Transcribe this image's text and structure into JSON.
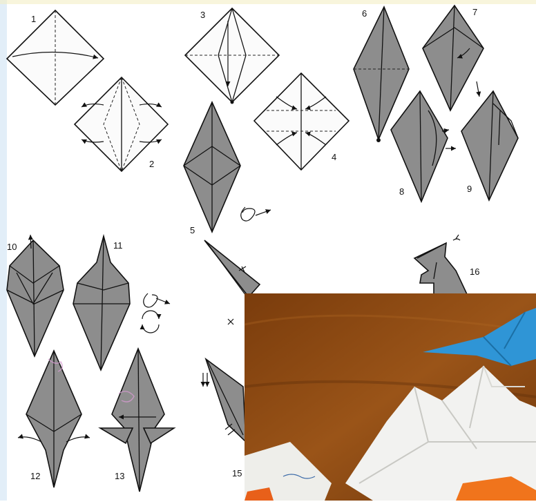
{
  "steps": {
    "s1": "1",
    "s2": "2",
    "s3": "3",
    "s4": "4",
    "s5": "5",
    "s6": "6",
    "s7": "7",
    "s8": "8",
    "s9": "9",
    "s10": "10",
    "s11": "11",
    "s12": "12",
    "s13": "13",
    "s15": "15",
    "s16": "16"
  },
  "colors": {
    "paper_white": "#fbfbfb",
    "paper_gray": "#8d8d8d",
    "outline": "#111111",
    "bg_left_tint": "#cfe2f3",
    "photo_wood": "#8a4a12",
    "photo_blue_paper": "#2f95d6",
    "photo_orange_paper": "#f0741c"
  },
  "icons": [
    "turn-over-symbol",
    "rotate-symbol",
    "scissors-symbol",
    "fold-arrow"
  ]
}
